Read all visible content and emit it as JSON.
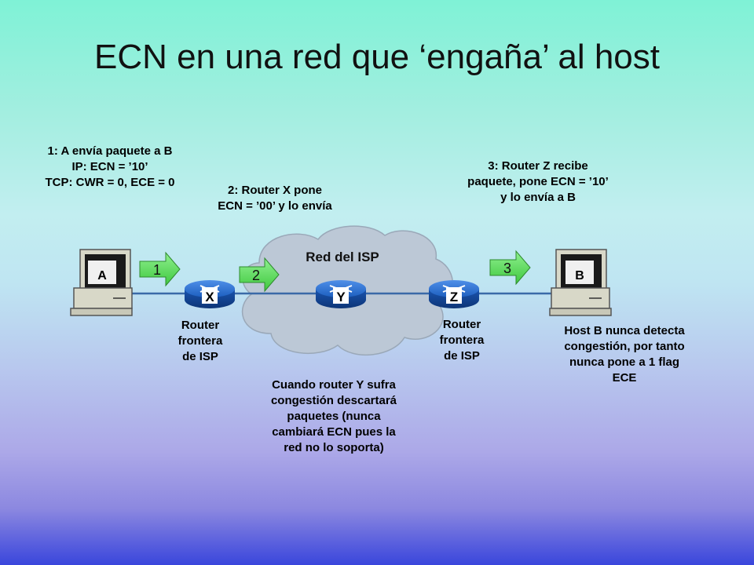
{
  "title": "ECN en una red que ‘engaña’ al host",
  "notes": {
    "step1": [
      "1: A envía paquete a B",
      "IP: ECN = ’10’",
      "TCP: CWR = 0, ECE = 0"
    ],
    "step2": [
      "2: Router X pone",
      "ECN = ’00’ y lo envía"
    ],
    "step3": [
      "3: Router Z recibe",
      "paquete, pone ECN = ’10’",
      "y lo envía a B"
    ],
    "router_x_caption": [
      "Router",
      "frontera",
      "de ISP"
    ],
    "router_z_caption": [
      "Router",
      "frontera",
      "de ISP"
    ],
    "router_y_note": [
      "Cuando router Y sufra",
      "congestión descartará",
      "paquetes (nunca",
      "cambiará ECN pues la",
      "red no lo soporta)"
    ],
    "host_b_note": [
      "Host B nunca detecta",
      "congestión, por tanto",
      "nunca pone a 1 flag",
      "ECE"
    ]
  },
  "cloud_label": "Red del ISP",
  "hosts": {
    "a": "A",
    "b": "B"
  },
  "routers": {
    "x": "X",
    "y": "Y",
    "z": "Z"
  },
  "arrows": {
    "one": "1",
    "two": "2",
    "three": "3"
  },
  "colors": {
    "link": "#3a6aa8",
    "router": "#1d5fbf",
    "cloud": "#bcc8d6",
    "arrow": "#52d852",
    "computer": "#d8d8c8"
  }
}
